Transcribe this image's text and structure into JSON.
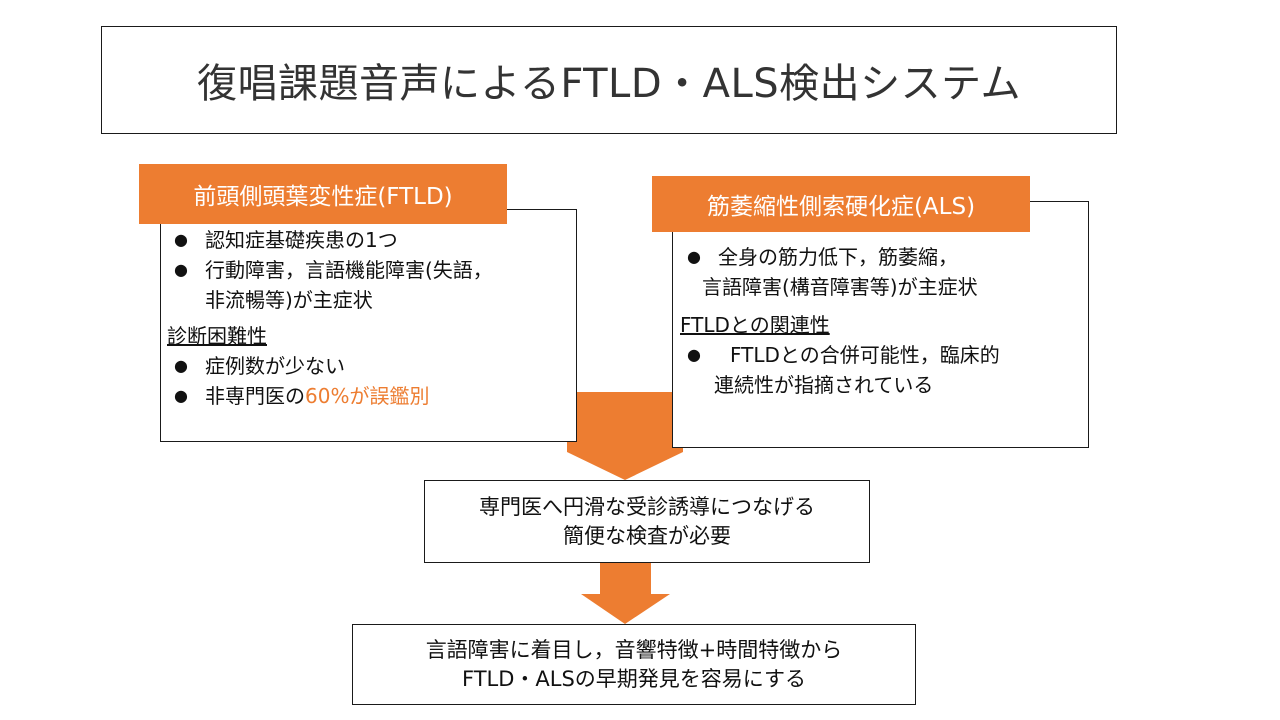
{
  "title": "復唱課題音声によるFTLD・ALS検出システム",
  "ftld": {
    "label": "前頭側頭葉変性症(FTLD)",
    "bullets_1": [
      "認知症基礎疾患の1つ",
      "行動障害，言語機能障害(失語，"
    ],
    "continuation": "非流暢等)が主症状",
    "section_heading": "診断困難性",
    "bullets_2": [
      "症例数が少ない"
    ],
    "last_bullet_prefix": "非専門医の",
    "last_bullet_highlight": "60%が誤鑑別"
  },
  "als": {
    "label": "筋萎縮性側索硬化症(ALS)",
    "bullet_1": "全身の筋力低下，筋萎縮，",
    "bullet_1_cont": "言語障害(構音障害等)が主症状",
    "section_heading": "FTLDとの関連性",
    "bullet_2": "FTLDとの合併可能性，臨床的",
    "bullet_2_cont": "連続性が指摘されている"
  },
  "middle": {
    "lines": [
      "専門医へ円滑な受診誘導につなげる",
      "簡便な検査が必要"
    ]
  },
  "bottom": {
    "lines": [
      "言語障害に着目し，音響特徴+時間特徴から",
      "FTLD・ALSの早期発見を容易にする"
    ]
  },
  "colors": {
    "accent": "#ed7d31",
    "border": "#1a1a1a",
    "text": "#111111"
  }
}
